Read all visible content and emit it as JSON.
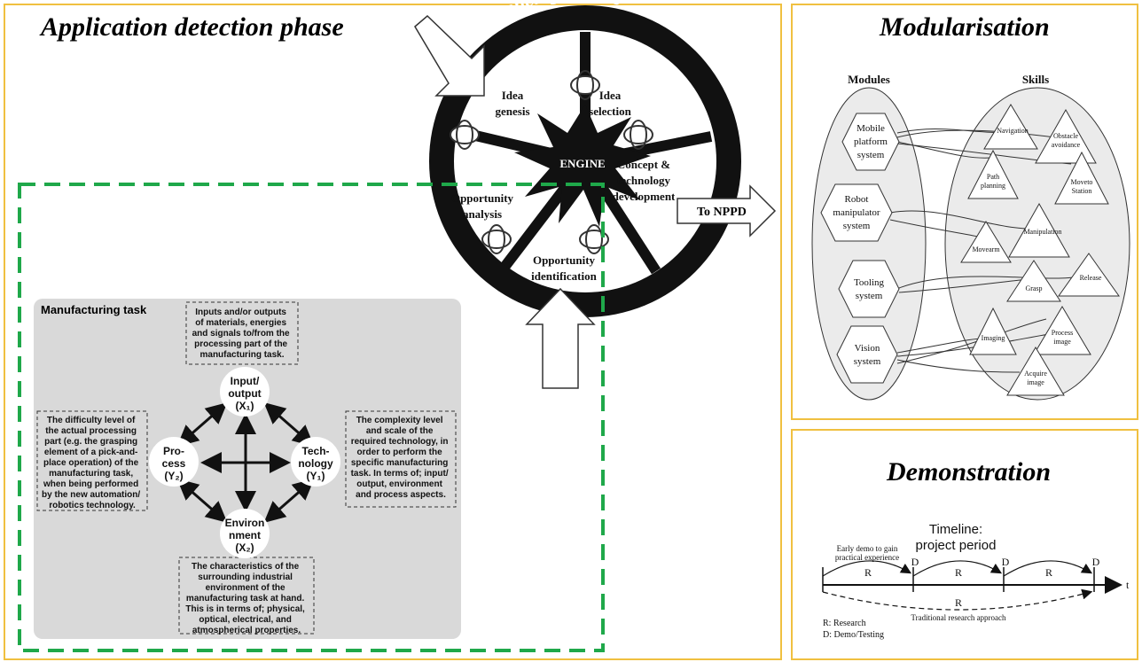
{
  "panels": {
    "application_detection": {
      "title": "Application detection phase"
    },
    "modularisation": {
      "title": "Modularisation"
    },
    "demonstration": {
      "title": "Demonstration"
    }
  },
  "engine_diagram": {
    "ring_label": "Influencing factors",
    "center": "ENGINE",
    "segments": {
      "idea_genesis": [
        "Idea",
        "genesis"
      ],
      "idea_selection": [
        "Idea",
        "selection"
      ],
      "concept_tech": [
        "Concept &",
        "technology",
        "development"
      ],
      "opportunity_analysis": [
        "Opportunity",
        "analysis"
      ],
      "opportunity_identification": [
        "Opportunity",
        "identification"
      ]
    },
    "output_arrow": "To NPPD"
  },
  "manufacturing_task": {
    "title": "Manufacturing task",
    "top_box": [
      "Inputs and/or outputs",
      "of materials, energies",
      "and signals to/from the",
      "processing part of the",
      "manufacturing task."
    ],
    "left_box": [
      "The difficulty level of",
      "the actual processing",
      "part (e.g. the grasping",
      "element of a pick-and-",
      "place operation) of the",
      "manufacturing task,",
      "when being performed",
      "by the new automation/",
      "robotics technology."
    ],
    "right_box": [
      "The complexity level",
      "and scale of the",
      "required technology, in",
      "order to perform the",
      "specific manufacturing",
      "task. In terms of; input/",
      "output, environment",
      "and process aspects."
    ],
    "bottom_box": [
      "The characteristics of the",
      "surrounding industrial",
      "environment of the",
      "manufacturing task at hand.",
      "This is in terms of; physical,",
      "optical, electrical, and",
      "atmospherical properties."
    ],
    "nodes": {
      "input_output": [
        "Input/",
        "output",
        "(X₁)"
      ],
      "process": [
        "Pro-",
        "cess",
        "(Y₂)"
      ],
      "technology": [
        "Tech-",
        "nology",
        "(Y₁)"
      ],
      "environment": [
        "Environ",
        "nment",
        "(X₂)"
      ]
    }
  },
  "modules_diagram": {
    "modules_header": "Modules",
    "skills_header": "Skills",
    "modules": [
      [
        "Mobile",
        "platform",
        "system"
      ],
      [
        "Robot",
        "manipulator",
        "system"
      ],
      [
        "Tooling",
        "system"
      ],
      [
        "Vision",
        "system"
      ]
    ],
    "skills": [
      [
        "Navigation"
      ],
      [
        "Obstacle",
        "avoidance"
      ],
      [
        "Path",
        "planning"
      ],
      [
        "Moveto",
        "Station"
      ],
      [
        "Manipulation"
      ],
      [
        "Movearm"
      ],
      [
        "Release"
      ],
      [
        "Grasp"
      ],
      [
        "Imaging"
      ],
      [
        "Process",
        "image"
      ],
      [
        "Acquire",
        "image"
      ]
    ]
  },
  "timeline_diagram": {
    "title": [
      "Timeline:",
      "project period"
    ],
    "early_demo": [
      "Early demo to gain",
      "practical experience"
    ],
    "segment_label": "R",
    "demo_marker": "D",
    "axis_label": "t",
    "traditional_label": "R",
    "traditional_caption": "Traditional research approach",
    "legend": [
      "R: Research",
      "D: Demo/Testing"
    ]
  }
}
